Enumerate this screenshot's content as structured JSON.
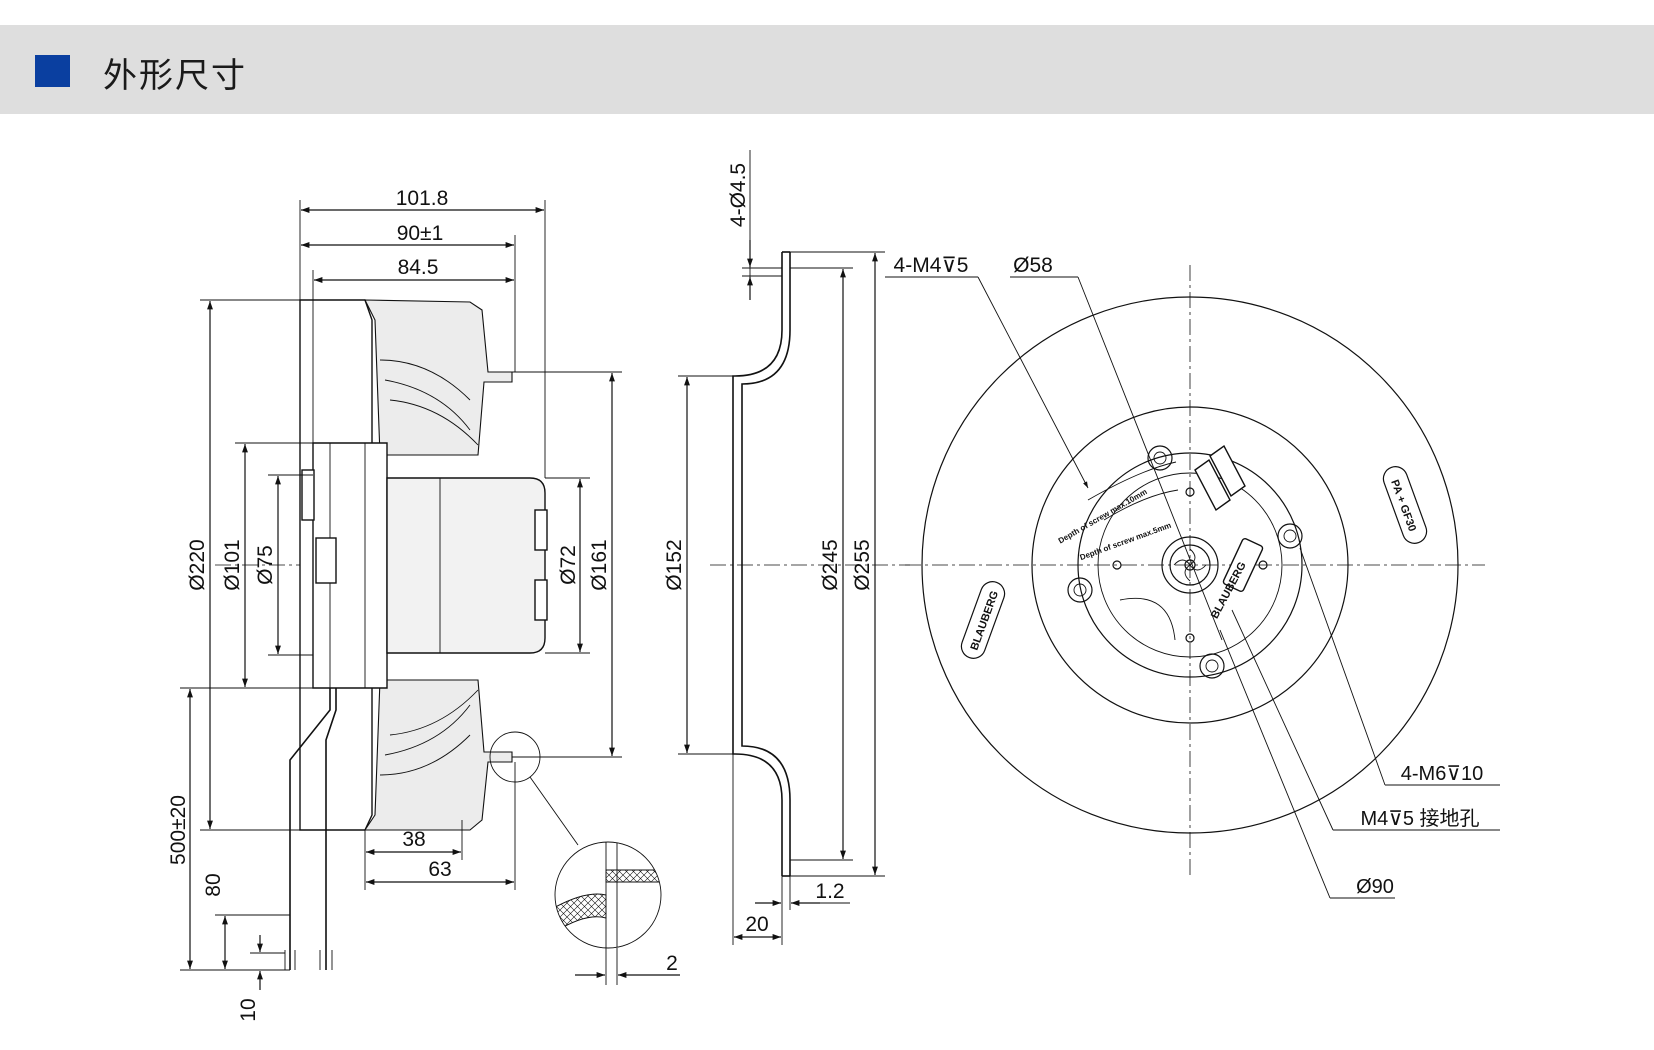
{
  "header": {
    "title": "外形尺寸",
    "accent_color": "#0a3fa0",
    "bar_color": "#dedede"
  },
  "side_view": {
    "dim_101_8": "101.8",
    "dim_90": "90±1",
    "dim_84_5": "84.5",
    "dim_d220": "Ø220",
    "dim_d101": "Ø101",
    "dim_d75": "Ø75",
    "dim_d72": "Ø72",
    "dim_d161": "Ø161",
    "dim_38": "38",
    "dim_63": "63",
    "dim_500": "500±20",
    "dim_80": "80",
    "dim_10": "10",
    "dim_2": "2"
  },
  "section_view": {
    "dim_4_d4_5": "4-Ø4.5",
    "dim_d152": "Ø152",
    "dim_d245": "Ø245",
    "dim_d255": "Ø255",
    "dim_1_2": "1.2",
    "dim_20": "20"
  },
  "front_view": {
    "label_4_m4": "4-M4⊽5",
    "label_d58": "Ø58",
    "label_4_m6": "4-M6⊽10",
    "label_m4_ground": "M4⊽5  接地孔",
    "label_d90": "Ø90",
    "label_pa_gf30": "PA + GF30",
    "label_brand_left": "BLAUBERG",
    "label_brand_center": "BLAUBERG",
    "label_screw_depth_1": "Depth of screw max.10mm",
    "label_screw_depth_2": "Depth of screw max.5mm"
  }
}
